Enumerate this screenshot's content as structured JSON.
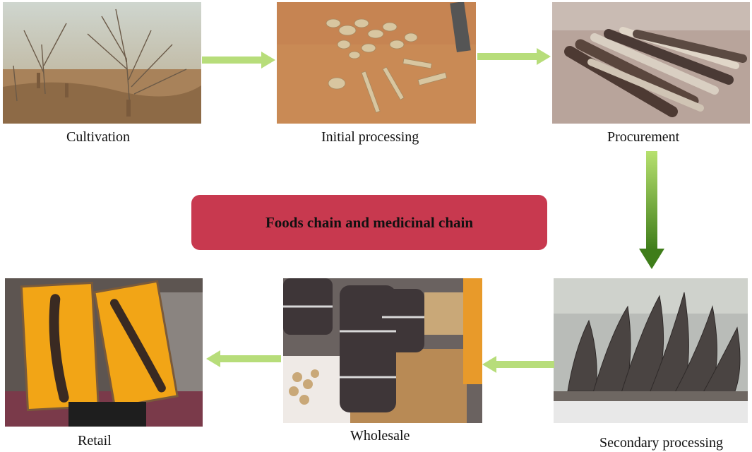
{
  "stages": {
    "cultivation": "Cultivation",
    "initial_processing": "Initial processing",
    "procurement": "Procurement",
    "secondary_processing": "Secondary processing",
    "wholesale": "Wholesale",
    "retail": "Retail"
  },
  "center_label": "Foods chain and medicinal chain",
  "colors": {
    "arrow_light": "#b7dd7a",
    "arrow_dark": "#4f8a1e",
    "banner": "#c8394f"
  }
}
